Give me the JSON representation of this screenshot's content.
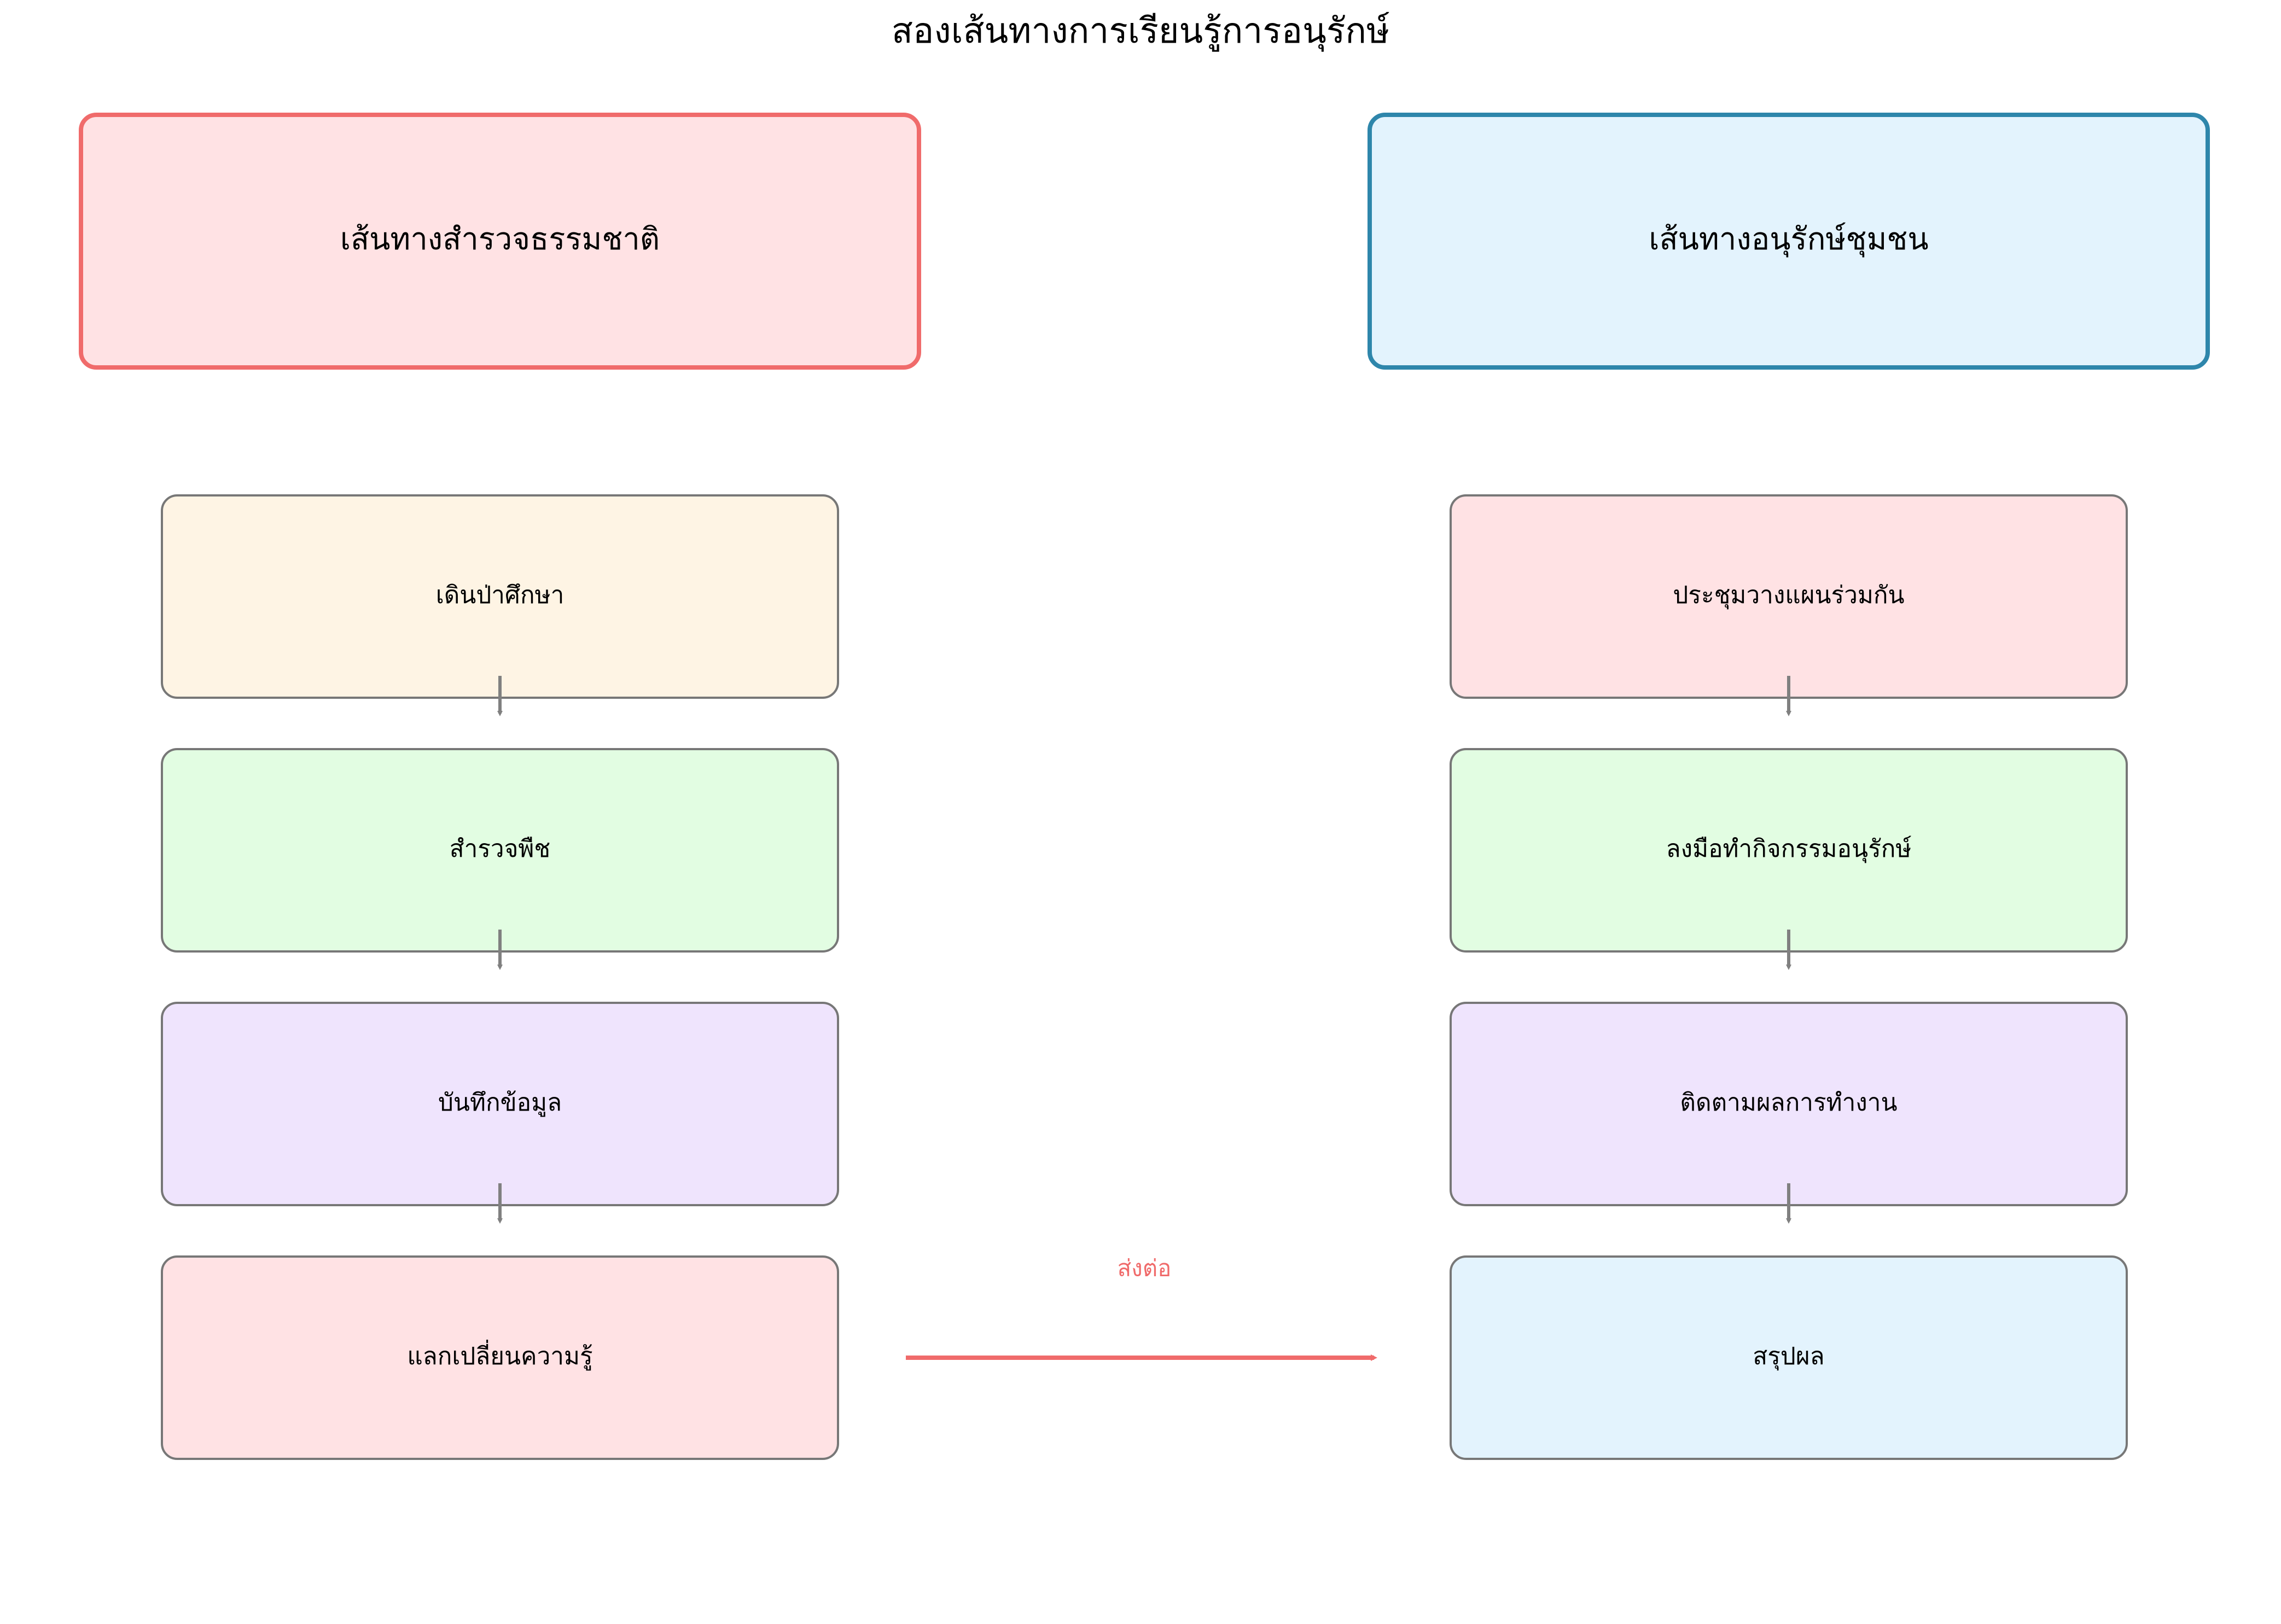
{
  "diagram": {
    "title": "สองเส้นทางการเรียนรู้การอนุรักษ์",
    "colors": {
      "connector": "#808080",
      "accent_red": "#f06b6b",
      "accent_blue": "#2e86ab",
      "node_border": "#777777"
    },
    "left_column": {
      "header": {
        "label": "เส้นทางสำรวจธรรมชาติ",
        "fill": "#ffe2e4",
        "stroke": "#f06b6b"
      },
      "nodes": [
        {
          "id": "l1",
          "label": "เดินป่าศึกษา",
          "fill": "#fef4e4"
        },
        {
          "id": "l2",
          "label": "สำรวจพืช",
          "fill": "#e2fde2"
        },
        {
          "id": "l3",
          "label": "บันทึกข้อมูล",
          "fill": "#efe4fd"
        },
        {
          "id": "l4",
          "label": "แลกเปลี่ยนความรู้",
          "fill": "#ffe2e4"
        }
      ]
    },
    "right_column": {
      "header": {
        "label": "เส้นทางอนุรักษ์ชุมชน",
        "fill": "#e3f3fd",
        "stroke": "#2e86ab"
      },
      "nodes": [
        {
          "id": "r1",
          "label": "ประชุมวางแผนร่วมกัน",
          "fill": "#ffe2e4"
        },
        {
          "id": "r2",
          "label": "ลงมือทำกิจกรรมอนุรักษ์",
          "fill": "#e2fde2"
        },
        {
          "id": "r3",
          "label": "ติดตามผลการทำงาน",
          "fill": "#efe4fd"
        },
        {
          "id": "r4",
          "label": "สรุปผล",
          "fill": "#e3f3fd"
        }
      ]
    },
    "cross_link": {
      "from": "l4",
      "to": "r4",
      "label": "ส่งต่อ",
      "color": "#f06b6b"
    }
  }
}
